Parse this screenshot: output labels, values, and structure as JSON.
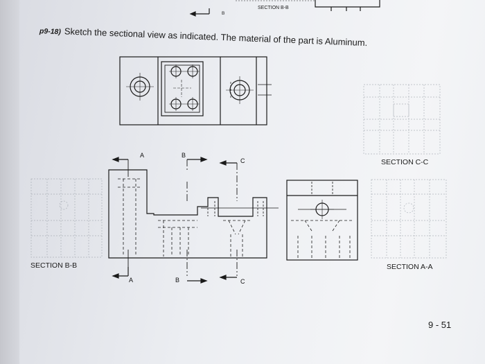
{
  "problem": {
    "number": "p9-18)",
    "text": "Sketch the sectional view as indicated. The material of the part is Aluminum."
  },
  "top_strip": {
    "section_label": "SECTION B-B",
    "b_label": "B"
  },
  "section_labels": {
    "cc": "SECTION C-C",
    "bb": "SECTION B-B",
    "aa": "SECTION A-A"
  },
  "cutting_planes": {
    "a_top": "A",
    "b_top": "B",
    "c_top": "C",
    "a_bottom": "A",
    "b_bottom": "B",
    "c_bottom": "C"
  },
  "page_number": "9 - 51"
}
